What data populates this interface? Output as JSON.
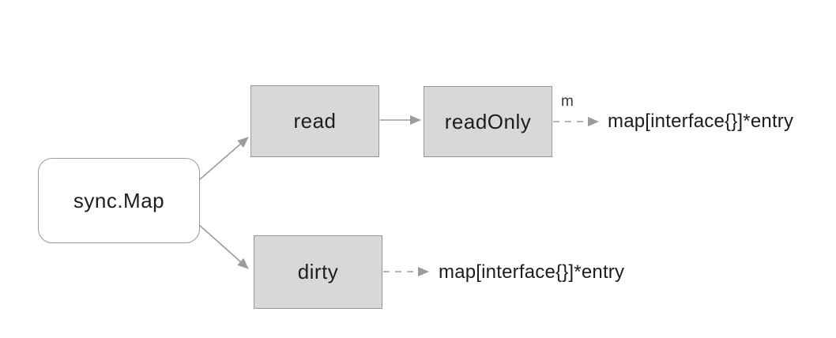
{
  "diagram": {
    "nodes": {
      "sync_map": {
        "label": "sync.Map",
        "shape": "rounded-rectangle",
        "fill": "#ffffff"
      },
      "read": {
        "label": "read",
        "shape": "rectangle",
        "fill": "#d8d8d8"
      },
      "read_only": {
        "label": "readOnly",
        "shape": "rectangle",
        "fill": "#d8d8d8"
      },
      "dirty": {
        "label": "dirty",
        "shape": "rectangle",
        "fill": "#d8d8d8"
      }
    },
    "edges": {
      "sync_map_to_read": {
        "from": "sync_map",
        "to": "read",
        "style": "solid"
      },
      "sync_map_to_dirty": {
        "from": "sync_map",
        "to": "dirty",
        "style": "solid"
      },
      "read_to_read_only": {
        "from": "read",
        "to": "read_only",
        "style": "solid"
      },
      "read_only_to_map": {
        "from": "read_only",
        "label": "m",
        "style": "dashed",
        "target_text": "map[interface{}]*entry"
      },
      "dirty_to_map": {
        "from": "dirty",
        "style": "dashed",
        "target_text": "map[interface{}]*entry"
      }
    },
    "colors": {
      "node_fill": "#d8d8d8",
      "node_border": "#979797",
      "arrow": "#9b9b9b",
      "text": "#1d1d1f",
      "background": "#ffffff"
    }
  }
}
